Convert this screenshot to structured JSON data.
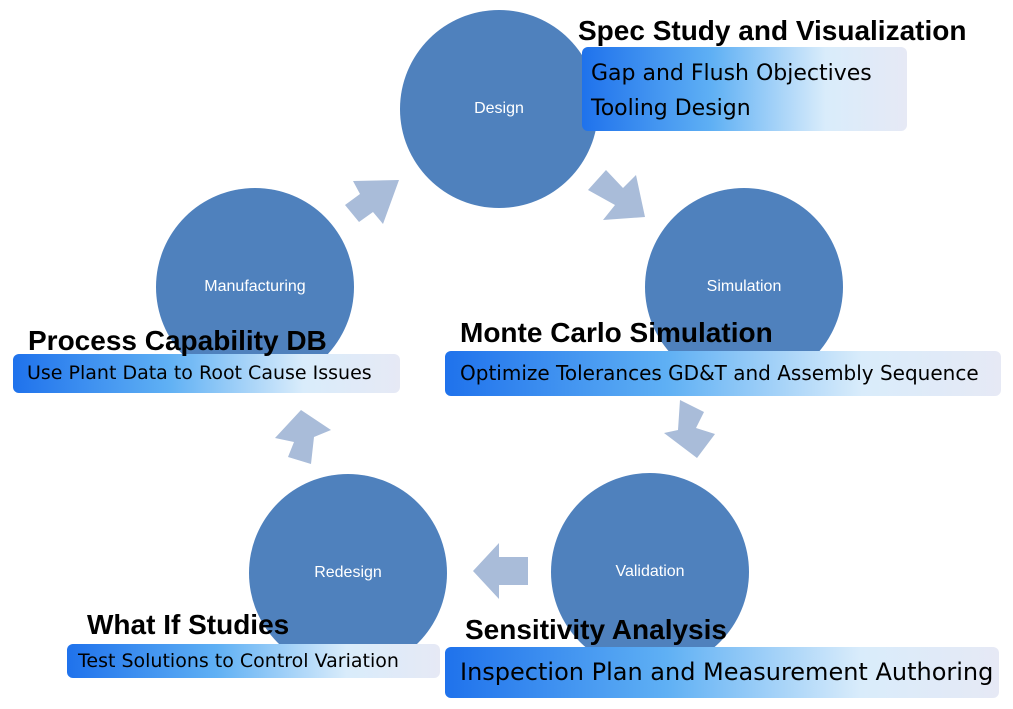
{
  "nodes": {
    "design": "Design",
    "simulation": "Simulation",
    "validation": "Validation",
    "redesign": "Redesign",
    "manufacturing": "Manufacturing"
  },
  "annotations": {
    "spec": {
      "heading": "Spec Study and Visualization",
      "lines": [
        "Gap and Flush Objectives",
        "Tooling Design"
      ]
    },
    "monte_carlo": {
      "heading": "Monte Carlo Simulation",
      "lines": [
        "Optimize Tolerances GD&T and Assembly Sequence"
      ]
    },
    "sensitivity": {
      "heading": "Sensitivity Analysis",
      "lines": [
        "Inspection Plan and Measurement Authoring"
      ]
    },
    "what_if": {
      "heading": "What If Studies",
      "lines": [
        "Test Solutions to Control Variation"
      ]
    },
    "process_cap": {
      "heading": "Process Capability DB",
      "lines": [
        "Use Plant Data to Root Cause Issues"
      ]
    }
  },
  "colors": {
    "circle": "#4f81bd",
    "arrow": "#a9bcd9",
    "box_start": "#1f72ec",
    "box_end": "#e6e9f5"
  }
}
